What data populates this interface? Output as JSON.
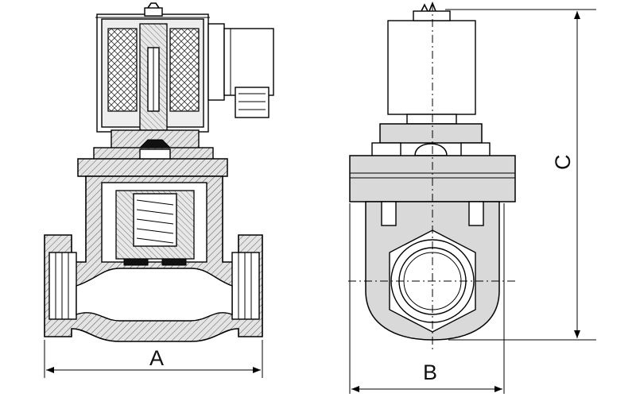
{
  "drawing": {
    "dimensions": {
      "a": "A",
      "b": "B",
      "c": "C"
    },
    "colors": {
      "line": "#000000",
      "body": "#d9d9d9",
      "hatch": "#555555",
      "background": "#ffffff"
    }
  }
}
